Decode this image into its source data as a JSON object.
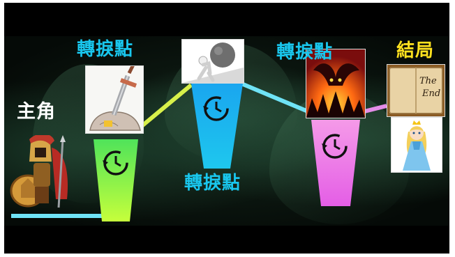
{
  "labels": {
    "protagonist": "主角",
    "turning_point_1": "轉捩點",
    "turning_point_2": "轉捩點",
    "turning_point_3": "轉捩點",
    "ending": "結局"
  },
  "book_text": {
    "line1": "The",
    "line2": "End"
  },
  "colors": {
    "cyan": "#19c7ee",
    "green_stage": "#7dff3a",
    "blue_stage": "#1fa8ef",
    "pink_stage": "#f07ee6",
    "yellow_label": "#ffe21f"
  },
  "icons": [
    "spartan-warrior-icon",
    "sword-in-stone-icon",
    "boulder-pusher-icon",
    "fire-dragon-icon",
    "clock-icon",
    "book-icon",
    "princess-icon"
  ]
}
